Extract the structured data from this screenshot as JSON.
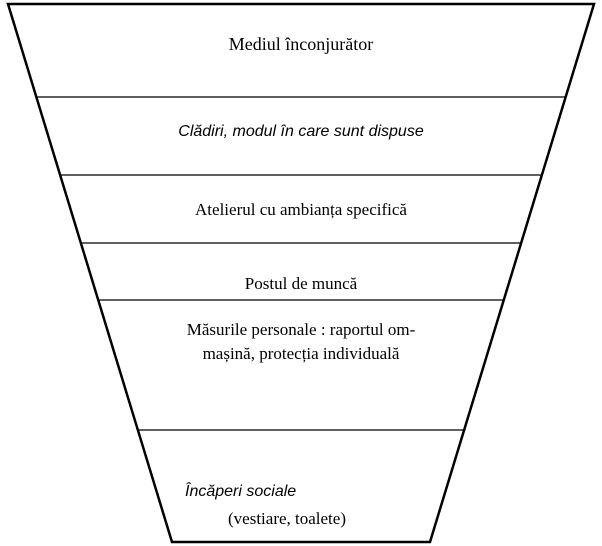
{
  "colors": {
    "outline": "#000000",
    "fill": "#ffffff",
    "text": "#000000"
  },
  "funnel": {
    "sections": [
      {
        "text": "Mediul înconjurător"
      },
      {
        "text": "Clădiri, modul în care sunt dispuse"
      },
      {
        "text": "Atelierul cu ambianța specifică"
      },
      {
        "text": "Postul de muncă"
      },
      {
        "line1": "Măsurile personale : raportul om-",
        "line2": "mașină, protecția individuală"
      },
      {
        "text": ""
      },
      {
        "line1": "Încăperi sociale",
        "line2": "(vestiare, toalete)"
      }
    ]
  }
}
